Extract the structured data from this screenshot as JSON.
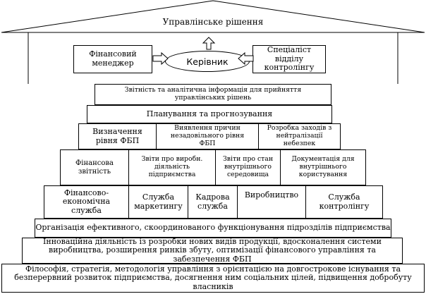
{
  "roof": {
    "title": "Управлінське рішення"
  },
  "top": {
    "left": "Фінансовий менеджер",
    "center": "Керівник",
    "right": "Спеціаліст відділу контролінгу"
  },
  "tiers": {
    "report": "Звітність та аналітична інформація для прийняття управлінських рішень",
    "planning": "Планування та прогнозування",
    "analysis": [
      "Визначення рівня ФБП",
      "Виявлення причин незадовільного рівня ФБП",
      "Розробка заходів з нейтралізації небезпек"
    ],
    "info": [
      "Фінансова звітність",
      "Звіти про виробн. діяльність підприємства",
      "Звіти про стан внутрішнього середовища",
      "Документація для внутрішнього користування"
    ],
    "services": [
      "Фінансово-економічна служба",
      "Служба маркетингу",
      "Кадрова служба",
      "Виробництво",
      "Служба контролінгу"
    ],
    "organization": "Організація ефективного, скоординованого функціонування підрозділів підприємства",
    "innovation": "Інноваційна діяльність із розробки нових видів продукції, вдосконалення системи виробництва, розширення ринків збуту, оптимізації фінансового управління та забезпечення ФБП",
    "philosophy": "Філософія, стратегія, методологія управління з орієнтацією на довгострокове існування та безперервний розвиток підприємства, досягнення ним соціальних цілей, підвищення добробуту власників"
  }
}
